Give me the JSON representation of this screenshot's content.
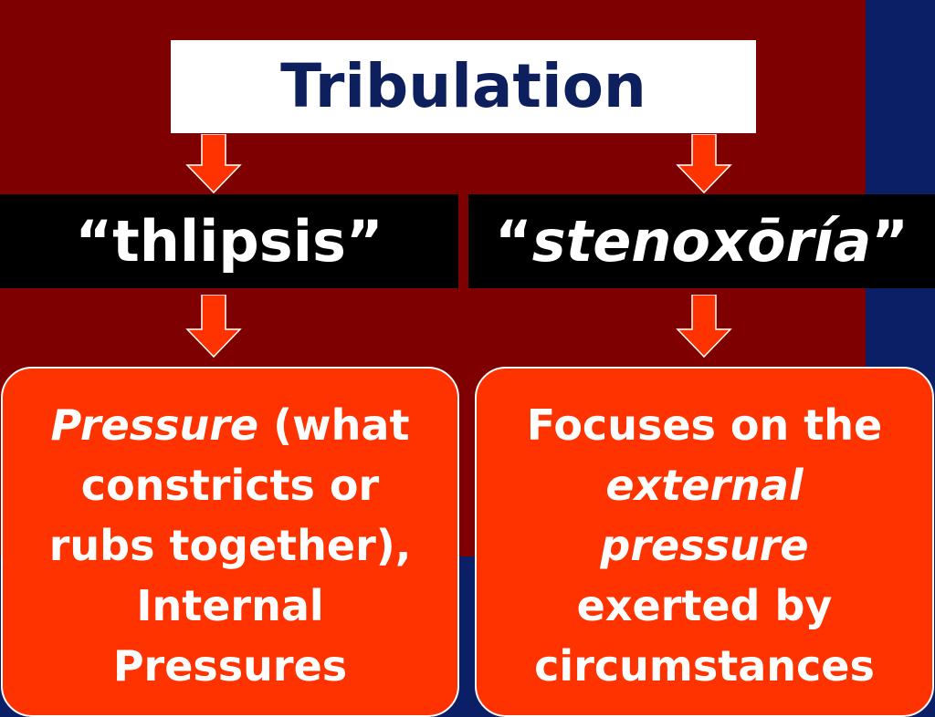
{
  "title": "Tribulation",
  "terms": {
    "left": "“thlipsis”",
    "right_open": "“",
    "right_word": "stenoxōría",
    "right_close": "”"
  },
  "cards": {
    "left": {
      "line1_italic": "Pressure",
      "line1_rest": " (what",
      "line2": "constricts or",
      "line3": "rubs together),",
      "line4": "Internal",
      "line5": "Pressures"
    },
    "right": {
      "line1": "Focuses on the",
      "line2_italic": "external",
      "line3_italic": "pressure",
      "line4": "exerted by",
      "line5": "circumstances"
    }
  },
  "colors": {
    "background_blue": "#0a1f66",
    "background_red": "#7e0000",
    "title_text": "#0d1f5c",
    "card_fill": "#ff3300",
    "arrow_fill": "#ff3300"
  },
  "icons": [
    "arrow-down-icon"
  ]
}
